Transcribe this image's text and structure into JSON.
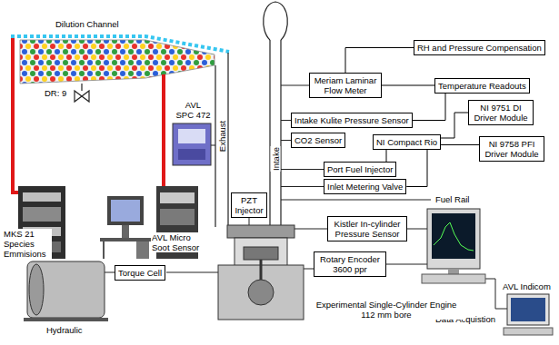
{
  "diagram": {
    "nodes": [
      {
        "text": [
          "RH and Pressure Compensation"
        ]
      },
      {
        "text": [
          "Meriam Laminar Flow Meter"
        ]
      },
      {
        "text": [
          "Temperature Readouts"
        ]
      },
      {
        "text": [
          "NI 9751 DI Driver Module"
        ]
      },
      {
        "text": [
          "Intake Kulite Pressure Sensor"
        ]
      },
      {
        "text": [
          "CO2 Sensor"
        ]
      },
      {
        "text": [
          "NI Compact Rio"
        ]
      },
      {
        "text": [
          "NI 9758 PFI Driver Module"
        ]
      },
      {
        "text": [
          "Port Fuel Injector"
        ]
      },
      {
        "text": [
          "Inlet Metering Valve"
        ]
      },
      {
        "text": [
          "PZT Injector"
        ]
      },
      {
        "text": [
          "Kistler In-cylinder Pressure Sensor"
        ]
      },
      {
        "text": [
          "Rotary Encoder 3600 ppr"
        ]
      },
      {
        "text": [
          "Torque Cell"
        ]
      }
    ],
    "edges": [
      {
        "from": 0,
        "to": 1,
        "arrow": "none"
      },
      {
        "from": 1,
        "to": 2,
        "arrow": "none"
      },
      {
        "from": 4,
        "to": 2,
        "arrow": "none"
      },
      {
        "from": 6,
        "to": 3,
        "arrow": "none"
      },
      {
        "from": 6,
        "to": 7,
        "arrow": "none"
      },
      {
        "from": 6,
        "to": 8,
        "arrow": "none"
      },
      {
        "from": 6,
        "to": 9,
        "arrow": "none"
      }
    ],
    "labels": [
      "Dilution Channel",
      "DR: 9",
      "AVL SPC 472",
      "Exhaust",
      "Intake",
      "Fuel Rail",
      "MKS 21 Species Emmisions",
      "AVL Micro Soot Sensor",
      "Data Acquistion",
      "AVL Indicom",
      "Experimental Single-Cylinder Engine 112 mm bore",
      "Hydraulic"
    ]
  }
}
